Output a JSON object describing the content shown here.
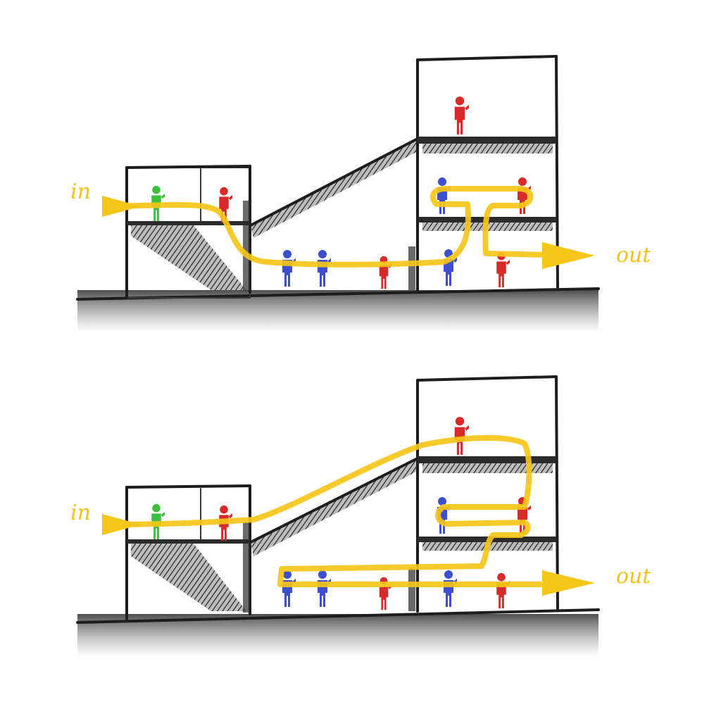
{
  "sections": [
    {
      "id": "top",
      "entry_label": "in",
      "exit_label": "out"
    },
    {
      "id": "bottom",
      "entry_label": "in",
      "exit_label": "out"
    }
  ],
  "colors": {
    "path": "#f5c518",
    "structure": "#1d1d1d",
    "person_green": "#3fbf3f",
    "person_red": "#d92a2a",
    "person_blue": "#3b4fcf"
  },
  "icons": [
    "arrow-right-icon",
    "person-icon"
  ]
}
